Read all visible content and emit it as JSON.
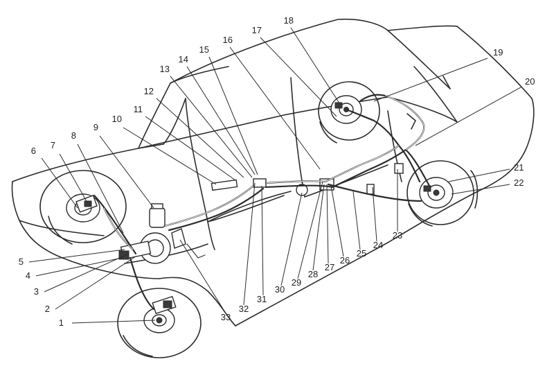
{
  "diagram": {
    "callouts": [
      {
        "n": "1"
      },
      {
        "n": "2"
      },
      {
        "n": "3"
      },
      {
        "n": "4"
      },
      {
        "n": "5"
      },
      {
        "n": "6"
      },
      {
        "n": "7"
      },
      {
        "n": "8"
      },
      {
        "n": "9"
      },
      {
        "n": "10"
      },
      {
        "n": "11"
      },
      {
        "n": "12"
      },
      {
        "n": "13"
      },
      {
        "n": "14"
      },
      {
        "n": "15"
      },
      {
        "n": "16"
      },
      {
        "n": "17"
      },
      {
        "n": "18"
      },
      {
        "n": "19"
      },
      {
        "n": "20"
      },
      {
        "n": "21"
      },
      {
        "n": "22"
      },
      {
        "n": "23"
      },
      {
        "n": "24"
      },
      {
        "n": "25"
      },
      {
        "n": "26"
      },
      {
        "n": "27"
      },
      {
        "n": "28"
      },
      {
        "n": "29"
      },
      {
        "n": "30"
      },
      {
        "n": "31"
      },
      {
        "n": "32"
      },
      {
        "n": "33"
      }
    ]
  }
}
